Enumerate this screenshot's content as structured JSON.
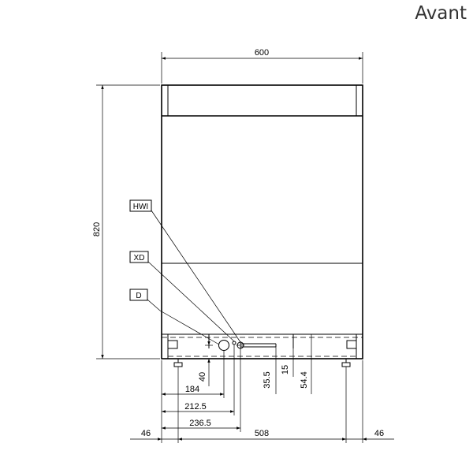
{
  "view_label": "Avant",
  "dimensions": {
    "overall_width": "600",
    "overall_height": "820",
    "foot_offset_left": "46",
    "foot_offset_right": "46",
    "foot_span": "508",
    "drain_position": "184",
    "xd_position": "212.5",
    "hwi_position": "236.5",
    "drain_height": "40",
    "connection_height_a": "35.5",
    "connection_height_b": "15",
    "connection_height_c": "54.4"
  },
  "callouts": {
    "hwi": "HWI",
    "xd": "XD",
    "d": "D"
  }
}
